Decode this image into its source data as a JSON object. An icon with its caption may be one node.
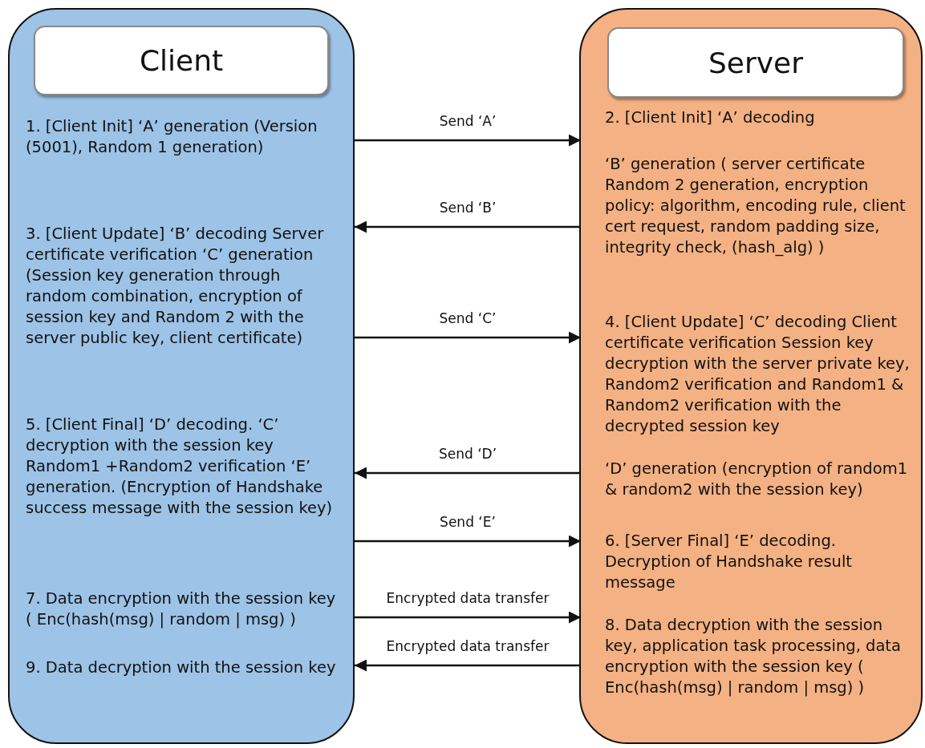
{
  "diagram": {
    "nodes": [
      {
        "text": [],
        "shape": "box"
      },
      {
        "text": [
          "Client"
        ],
        "in": 0
      },
      {
        "text": [
          "1.  [Client Init] ‘A’ generation (Version (5001), Random 1 generation)"
        ],
        "in": 0
      },
      {
        "text": [
          "3. [Client Update] ‘B’ decoding Server certificate verification ‘C’ generation (Session key generation through random combination, encryption of session key and Random 2 with the server public key, client certificate)"
        ],
        "in": 0
      },
      {
        "text": [
          "5. [Client Final] ‘D’ decoding. ‘C’ decryption with the session key Random1 +Random2 verification ‘E’ generation. (Encryption of Handshake success message with the session key)"
        ],
        "in": 0
      },
      {
        "text": [
          "7. Data encryption with the session key ( Enc(hash(msg) | random | msg) )"
        ],
        "in": 0
      },
      {
        "text": [
          "9. Data decryption with the session key"
        ],
        "in": 0
      },
      {
        "text": [],
        "shape": "box"
      },
      {
        "text": [
          "Server"
        ],
        "in": 7
      },
      {
        "text": [
          "2. [Client Init] ‘A’ decoding"
        ],
        "in": 7
      },
      {
        "text": [
          "‘B’ generation ( server certificate Random 2 generation, encryption policy: algorithm, encoding rule, client cert request, random padding size, integrity check, (hash_alg) )"
        ],
        "in": 7
      },
      {
        "text": [
          "4. [Client Update] ‘C’ decoding Client certificate verification Session key decryption with the server private key, Random2 verification and Random1 & Random2 verification with the decrypted session key"
        ],
        "in": 7
      },
      {
        "text": [
          "‘D’ generation (encryption of random1 & random2 with the session key)"
        ],
        "in": 7
      },
      {
        "text": [
          "6. [Server Final] ‘E’ decoding. Decryption of Handshake result message"
        ],
        "in": 7
      },
      {
        "text": [
          "8. Data decryption with the session key, application task processing, data encryption with the session key ( Enc(hash(msg) | random | msg) )"
        ],
        "in": 7
      }
    ],
    "edges": [
      {
        "from": 2,
        "to": 9,
        "arrow": "to",
        "label": "Send ‘A’"
      },
      {
        "from": 10,
        "to": 3,
        "arrow": "to",
        "label": "Send ‘B’"
      },
      {
        "from": 3,
        "to": 11,
        "arrow": "to",
        "label": "Send ‘C’"
      },
      {
        "from": 12,
        "to": 4,
        "arrow": "to",
        "label": "Send ‘D’"
      },
      {
        "from": 4,
        "to": 13,
        "arrow": "to",
        "label": "Send ‘E’"
      },
      {
        "from": 5,
        "to": 14,
        "arrow": "to",
        "label": "Encrypted data transfer"
      },
      {
        "from": 14,
        "to": 6,
        "arrow": "to",
        "label": "Encrypted data transfer"
      }
    ]
  }
}
